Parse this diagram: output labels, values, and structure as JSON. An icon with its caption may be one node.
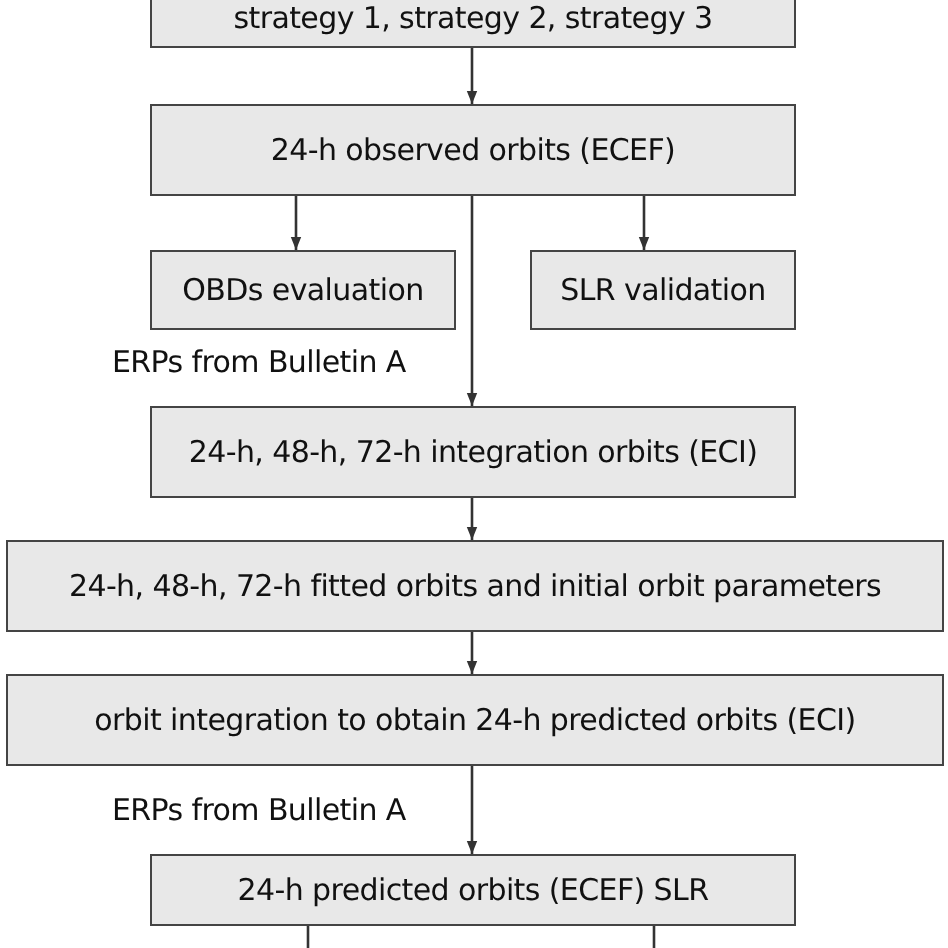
{
  "diagram": {
    "nodes": [
      {
        "text": [
          "strategy 1, strategy 2, strategy 3"
        ]
      },
      {
        "text": [
          "24-h observed orbits (ECEF)"
        ]
      },
      {
        "text": [
          "OBDs evaluation"
        ]
      },
      {
        "text": [
          "SLR validation"
        ]
      },
      {
        "text": [
          "24-h, 48-h, 72-h integration orbits (ECI)"
        ]
      },
      {
        "text": [
          "24-h, 48-h, 72-h fitted orbits and initial orbit parameters"
        ]
      },
      {
        "text": [
          "orbit integration to obtain 24-h predicted orbits (ECI)"
        ]
      },
      {
        "text": [
          "24-h predicted orbits (ECEF) SLR"
        ]
      }
    ],
    "edges": [
      {
        "from": 0,
        "to": 1,
        "arrow": "to"
      },
      {
        "from": 1,
        "to": 2,
        "arrow": "to"
      },
      {
        "from": 1,
        "to": 3,
        "arrow": "to"
      },
      {
        "from": 1,
        "to": 4,
        "arrow": "to"
      },
      {
        "from": 4,
        "to": 5,
        "arrow": "to"
      },
      {
        "from": 5,
        "to": 6,
        "arrow": "to"
      },
      {
        "from": 6,
        "to": 7,
        "arrow": "to"
      },
      {
        "from": 7,
        "to": null,
        "arrow": "none"
      },
      {
        "from": 7,
        "to": null,
        "arrow": "none"
      }
    ],
    "labels": [
      "ERPs from Bulletin A",
      "ERPs from Bulletin A"
    ]
  }
}
